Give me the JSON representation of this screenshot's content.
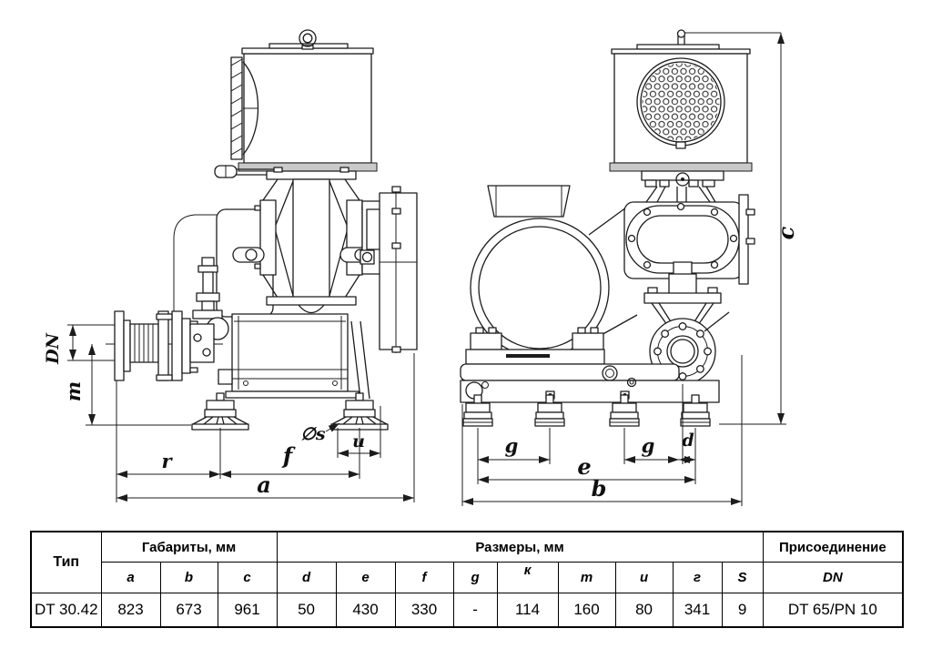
{
  "title": "DT 30.42 blower dimensional drawing",
  "colors": {
    "line": "#1c1c1c",
    "background": "#ffffff",
    "shade": "#c9c9c9"
  },
  "drawing": {
    "left_view": {
      "labels": {
        "dn": "DN",
        "m": "m",
        "r": "r",
        "f": "f",
        "u": "u",
        "s": "∅s",
        "a": "a"
      }
    },
    "right_view": {
      "labels": {
        "c": "c",
        "g_left": "g",
        "g_right": "g",
        "d": "d",
        "e": "e",
        "b": "b"
      }
    }
  },
  "table": {
    "type_header": "Тип",
    "groups": {
      "overall": "Габариты, мм",
      "detail": "Размеры, мм",
      "connection": "Присоединение"
    },
    "sub_headers": [
      "a",
      "b",
      "c",
      "d",
      "e",
      "f",
      "g",
      "к",
      "т",
      "и",
      "г",
      "S",
      "DN"
    ],
    "row": [
      "DT 30.42",
      "823",
      "673",
      "961",
      "50",
      "430",
      "330",
      "-",
      "114",
      "160",
      "80",
      "341",
      "9",
      "DT 65/PN 10"
    ]
  }
}
